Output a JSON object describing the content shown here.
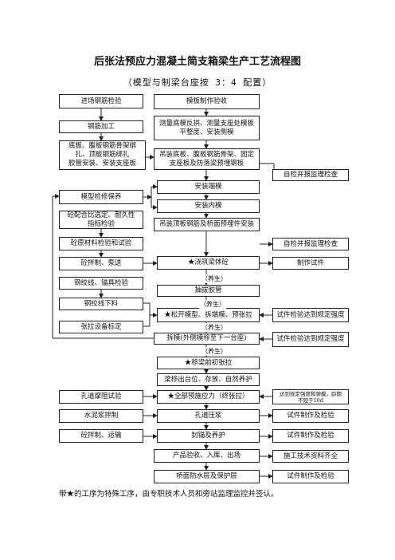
{
  "title": "后张法预应力混凝土简支箱梁生产工艺流程图",
  "subtitle": "（模型与制梁台座按 3：4 配置）",
  "boxes": {
    "l1": "进场钢筋检验",
    "l2": "钢筋加工",
    "l3": "底板、腹板钢筋骨架绑\n扎、顶板钢筋绑扎\n胶管安装、安装支座板",
    "l4": "模型检修保养",
    "l5": "砼配合比选定、耐久性\n指标检验",
    "l6": "砼原材料检验和试验",
    "l7": "砼拌制、泵送",
    "l8": "钢绞线、锚具检验",
    "l9": "钢绞线下料",
    "l10": "张拉设备标定",
    "l11": "孔道摩阻试验",
    "l12": "水泥浆拌制",
    "l13": "砼拌制、运输",
    "c1": "模板制作验收",
    "c2": "测量底模反拱、测量支座处模板\n平整度、安装侧模",
    "c3": "吊装底板、腹板钢筋骨架、固定\n支座板及防落梁预埋钢板",
    "c4": "安装端模",
    "c5": "安装内模",
    "c6": "吊装顶板钢筋及桥面预埋件安装",
    "c7": "★浇筑梁体砼",
    "c8": "抽拔胶管",
    "c9": "★松开模型、拆端模、预张拉",
    "c10": "拆模(外侧模移至下一台座)",
    "c11": "★移梁前初张拉",
    "c12": "梁移出台位、存放、自然养护",
    "c13": "★全部预施应力（终张拉）",
    "c14": "孔道压浆",
    "c15": "封锚及养护",
    "c16": "产品验收、入库、出场",
    "c17": "桥面防水层及保护层",
    "r1": "自检并报监理检查",
    "r2": "自检并报监理检查",
    "r3": "制作试件",
    "r4": "试件检验达到规定强度",
    "r5": "试件检验达到规定强度",
    "r6": "达到规定强度和弹模，龄期\n不短于10d",
    "r7": "试件制作及检验",
    "r8": "试件制作及检验",
    "r9": "施工技术资料齐全",
    "r10": "试件制作及检验"
  },
  "curing_label": "（养生）",
  "footnote": "带★的工序为特殊工序，由专职技术人员和旁站监理监控并签认。"
}
